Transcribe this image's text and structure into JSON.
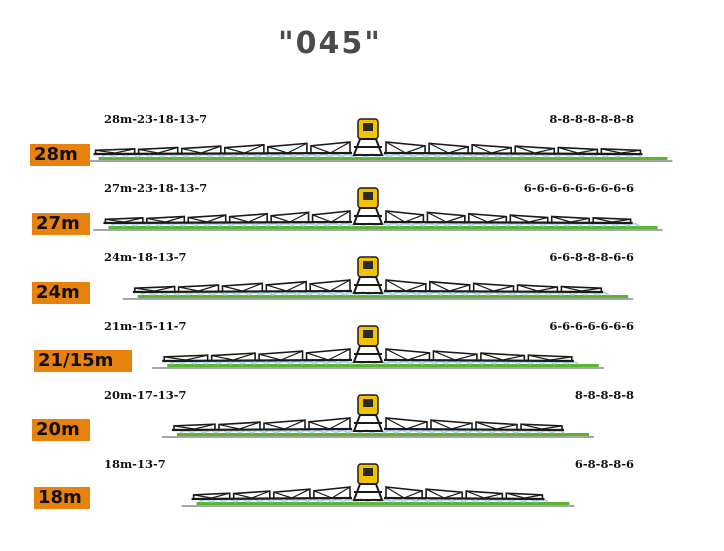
{
  "title": "\"045\"",
  "colors": {
    "badge": "#e8820f",
    "truss": "#1a1a1a",
    "tractor": "#f2c200",
    "spray": "#a9d4ef",
    "ground": "#5cb531",
    "baseline": "#888888"
  },
  "rows": [
    {
      "badge": "28m",
      "left_sections": "28m-23-18-13-7",
      "right_sections": "8-8-8-8-8-8-8",
      "width_m": 28
    },
    {
      "badge": "27m",
      "left_sections": "27m-23-18-13-7",
      "right_sections": "6-6-6-6-6-6-6-6-6",
      "width_m": 27
    },
    {
      "badge": "24m",
      "left_sections": "24m-18-13-7",
      "right_sections": "6-6-8-8-8-6-6",
      "width_m": 24
    },
    {
      "badge": "21/15m",
      "left_sections": "21m-15-11-7",
      "right_sections": "6-6-6-6-6-6-6",
      "width_m": 21
    },
    {
      "badge": "20m",
      "left_sections": "20m-17-13-7",
      "right_sections": "8-8-8-8-8",
      "width_m": 20
    },
    {
      "badge": "18m",
      "left_sections": "18m-13-7",
      "right_sections": "6-8-8-8-6",
      "width_m": 18
    }
  ]
}
